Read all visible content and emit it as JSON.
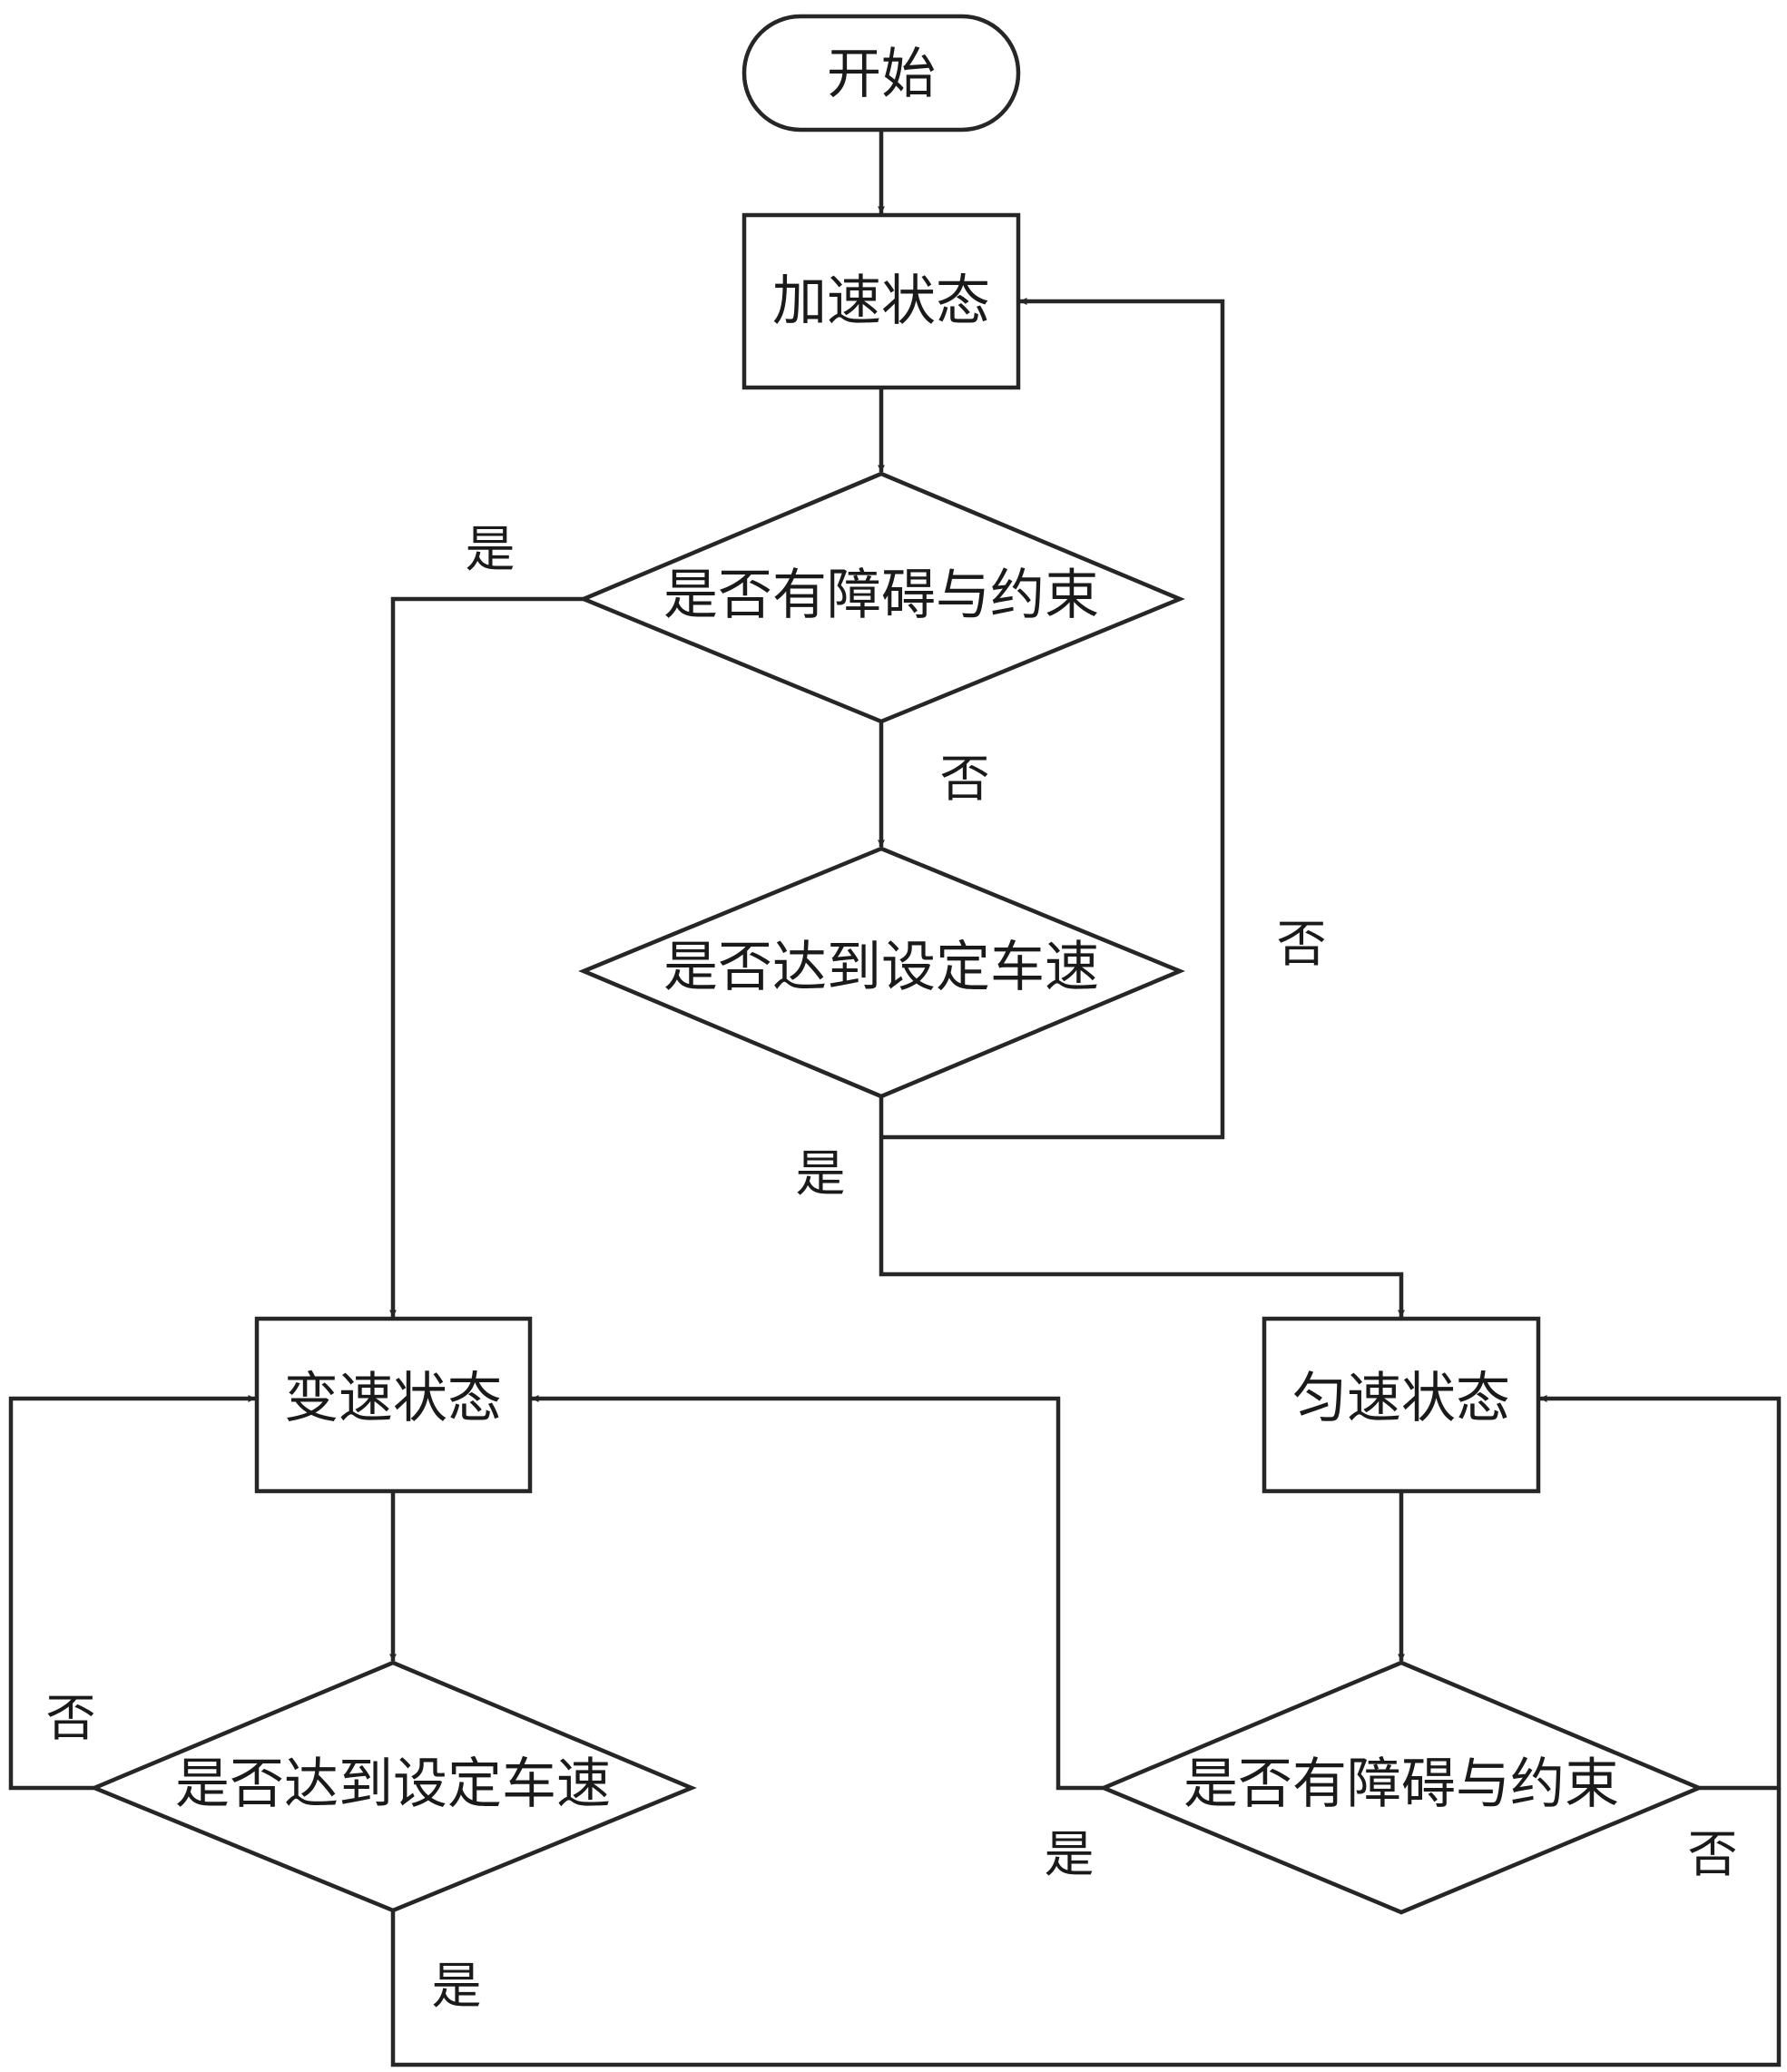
{
  "nodes": {
    "start": "开始",
    "accel": "加速状态",
    "check_obstacle_1": "是否有障碍与约束",
    "check_speed_1": "是否达到设定车速",
    "variable": "变速状态",
    "check_speed_2": "是否达到设定车速",
    "uniform": "匀速状态",
    "check_obstacle_2": "是否有障碍与约束"
  },
  "edge_labels": {
    "obstacle1_yes": "是",
    "obstacle1_no": "否",
    "speed1_no": "否",
    "speed1_yes": "是",
    "speed2_no": "否",
    "speed2_yes": "是",
    "obstacle2_yes": "是",
    "obstacle2_no": "否"
  },
  "colors": {
    "line": "#262626",
    "background": "#ffffff"
  }
}
